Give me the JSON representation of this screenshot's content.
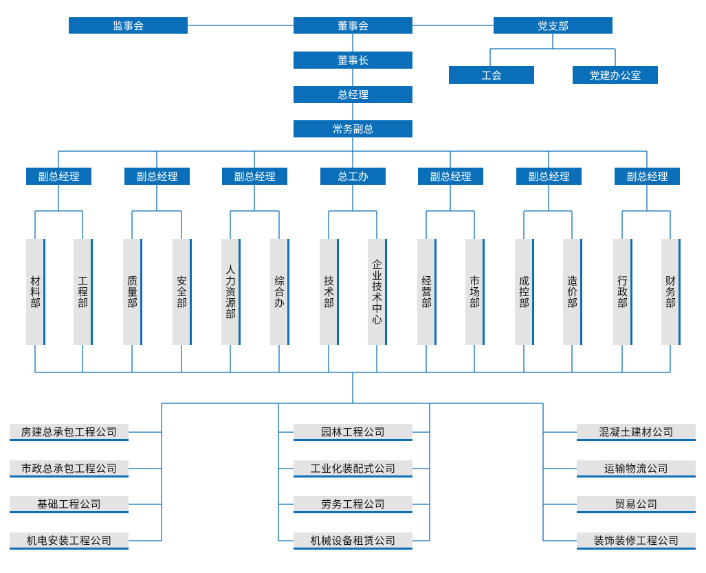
{
  "colors": {
    "accent": "#0a6fb8",
    "line": "#0a6fb8",
    "box_gray": "#e3e3e3"
  },
  "top": {
    "supervisory_board": "监事会",
    "board_of_directors": "董事会",
    "party_branch": "党支部",
    "labor_union": "工会",
    "party_office": "党建办公室",
    "chairman": "董事长",
    "general_manager": "总经理",
    "executive_deputy_gm": "常务副总"
  },
  "deputies": [
    {
      "title": "副总经理",
      "departments": [
        "材料部",
        "工程部"
      ]
    },
    {
      "title": "副总经理",
      "departments": [
        "质量部",
        "安全部"
      ]
    },
    {
      "title": "副总经理",
      "departments": [
        "人力资源部",
        "综合办"
      ]
    },
    {
      "title": "总工办",
      "departments": [
        "技术部",
        "企业技术中心"
      ]
    },
    {
      "title": "副总经理",
      "departments": [
        "经营部",
        "市场部"
      ]
    },
    {
      "title": "副总经理",
      "departments": [
        "成控部",
        "造价部"
      ]
    },
    {
      "title": "副总经理",
      "departments": [
        "行政部",
        "财务部"
      ]
    }
  ],
  "companies": {
    "left": [
      "房建总承包工程公司",
      "市政总承包工程公司",
      "基础工程公司",
      "机电安装工程公司"
    ],
    "middle": [
      "园林工程公司",
      "工业化装配式公司",
      "劳务工程公司",
      "机械设备租赁公司"
    ],
    "right": [
      "混凝土建材公司",
      "运输物流公司",
      "贸易公司",
      "装饰装修工程公司"
    ]
  }
}
